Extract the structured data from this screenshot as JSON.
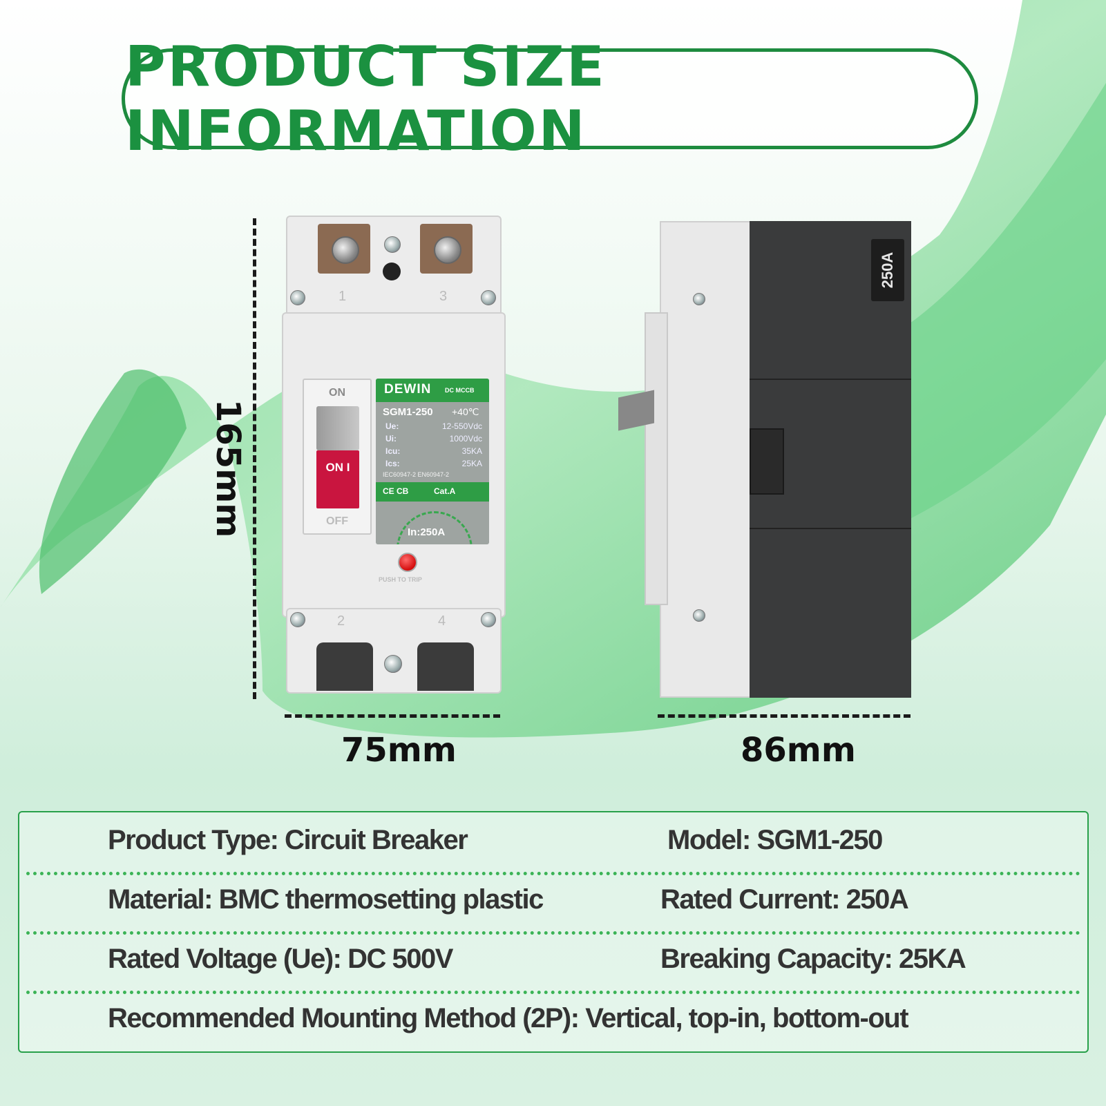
{
  "title": "PRODUCT SIZE INFORMATION",
  "colors": {
    "accent": "#1b9140",
    "border": "#28a04a",
    "text": "#333333"
  },
  "dimensions": {
    "height": "165mm",
    "width": "75mm",
    "depth": "86mm"
  },
  "front_label": {
    "brand": "DEWIN",
    "brand_sub": "DC MCCB",
    "model": "SGM1-250",
    "temperature": "+40℃",
    "specs": [
      {
        "key": "Ue:",
        "value": "12-550Vdc"
      },
      {
        "key": "Ui:",
        "value": "1000Vdc"
      },
      {
        "key": "Icu:",
        "value": "35KA"
      },
      {
        "key": "Ics:",
        "value": "25KA"
      }
    ],
    "standards": "IEC60947-2  EN60947-2",
    "cert_marks": "CE CB",
    "category": "Cat.A",
    "rating": "In:250A",
    "toggle_on": "ON",
    "toggle_red": "ON I",
    "toggle_off": "OFF",
    "push_to_trip": "PUSH TO TRIP",
    "terminal_top_left": "1",
    "terminal_top_right": "3",
    "terminal_bottom_left": "2",
    "terminal_bottom_right": "4"
  },
  "side_label": {
    "rating": "250A"
  },
  "info": {
    "product_type": "Product Type: Circuit Breaker",
    "model": "Model: SGM1-250",
    "material": "Material: BMC thermosetting plastic",
    "rated_current": "Rated Current: 250A",
    "rated_voltage": "Rated Voltage (Ue): DC 500V",
    "breaking_capacity": "Breaking Capacity: 25KA",
    "mounting": "Recommended Mounting Method (2P): Vertical, top-in, bottom-out"
  }
}
